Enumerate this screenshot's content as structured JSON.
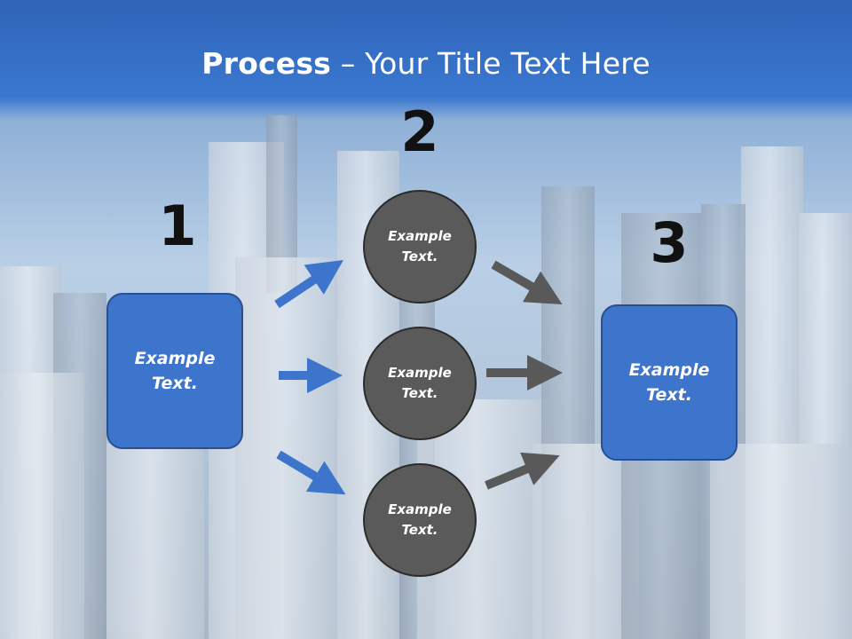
{
  "slide": {
    "title_bold": "Process",
    "title_rest": " – Your Title Text Here"
  },
  "steps": {
    "step1": "1",
    "step2": "2",
    "step3": "3"
  },
  "boxes": {
    "left": "Example Text.",
    "right": "Example Text."
  },
  "circles": {
    "top": "Example Text.",
    "middle": "Example Text.",
    "bottom": "Example Text."
  },
  "colors": {
    "header_blue": "#3a78d0",
    "box_blue": "#3d74cc",
    "circle_gray": "#5a5a5a",
    "arrow_blue": "#3d74cc",
    "arrow_gray": "#595959"
  }
}
